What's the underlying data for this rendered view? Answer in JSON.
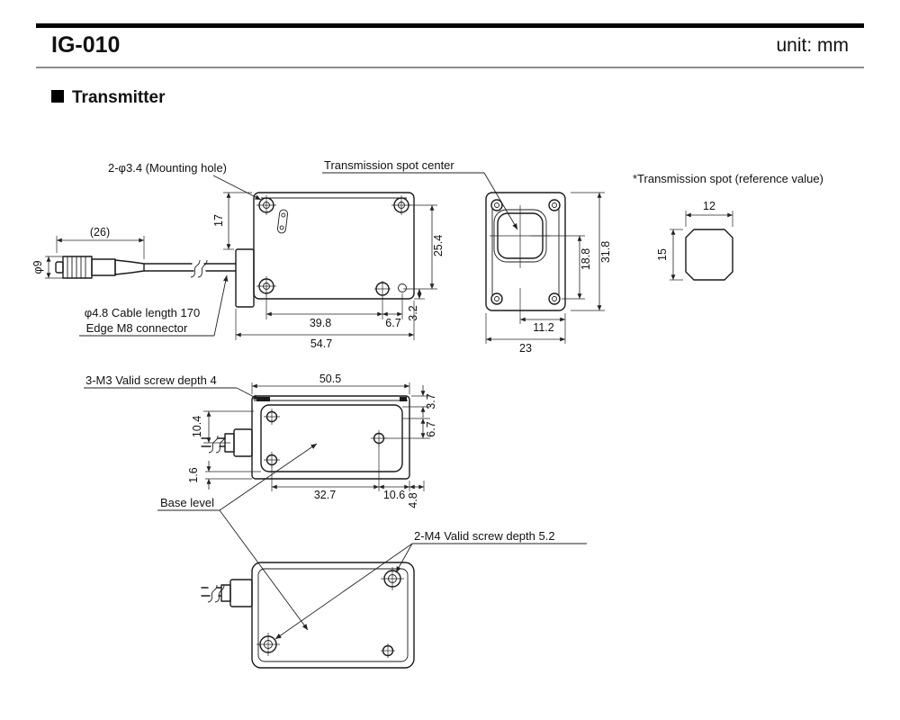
{
  "header": {
    "model": "IG-010",
    "unit": "unit: mm"
  },
  "section_title": "Transmitter",
  "labels": {
    "mounting_hole": "2-φ3.4 (Mounting hole)",
    "spot_center": "Transmission spot center",
    "cable_line1": "φ4.8 Cable length 170",
    "cable_line2": "Edge M8 connector",
    "spot_ref": "*Transmission spot (reference value)",
    "m3": "3-M3 Valid screw depth 4",
    "base_level": "Base level",
    "m4": "2-M4 Valid screw depth 5.2"
  },
  "dims": {
    "side": {
      "connector_len": "(26)",
      "connector_dia": "φ9",
      "h17": "17",
      "h25_4": "25.4",
      "w39_8": "39.8",
      "w6_7": "6.7",
      "h3_2": "3.2",
      "w54_7": "54.7"
    },
    "front": {
      "h18_8": "18.8",
      "h31_8": "31.8",
      "w11_2": "11.2",
      "w23": "23"
    },
    "spot": {
      "w12": "12",
      "h15": "15"
    },
    "bottom_view": {
      "w50_5": "50.5",
      "h10_4": "10.4",
      "h1_6": "1.6",
      "h3_7": "3.7",
      "h6_7": "6.7",
      "w32_7": "32.7",
      "w10_6": "10.6",
      "w4_8": "4.8"
    }
  }
}
